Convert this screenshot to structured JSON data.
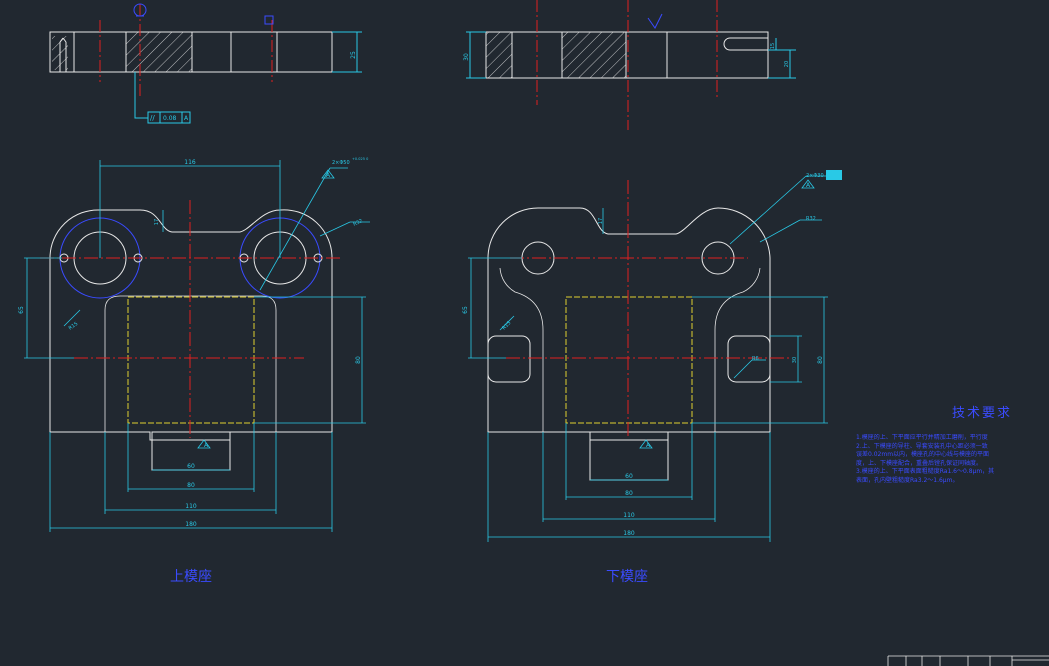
{
  "drawing": {
    "upper_caption": "上模座",
    "lower_caption": "下模座",
    "tech_title": "技术要求",
    "tech_notes": [
      "1.模座的上、下平面应平行并精加工磨削，平行度",
      "2.上、下模座的导柱、导套安装孔中心距必须一致",
      "  误差0.02mm以内，模座孔的中心线与模座的平面",
      "  度，上、下模座配合，重叠后镗孔保证同轴度。",
      "3.模座的上、下平面表面粗糙度Ra1.6～0.8μm，其",
      "  表面，孔内壁粗糙度Ra3.2～1.6μm。"
    ],
    "tolerance": {
      "symbol": "//",
      "value": "0.08",
      "datum": "A"
    }
  },
  "dims": {
    "top_thickness": "25",
    "bot_thickness": "30",
    "bot_slot_h": "15",
    "bot_slot_total": "20",
    "u_width": "116",
    "u_holes": "2×Φ50",
    "u_holes_tol": "+0.025 0",
    "u_radius": "R32",
    "u_left_h": "65",
    "u_right_h": "80",
    "u_fillet": "R15",
    "u_neck": "17",
    "u_w60": "60",
    "u_w80": "80",
    "u_w110": "110",
    "u_w180": "180",
    "datum": "A",
    "l_holes": "2×Φ30",
    "l_radius": "R32",
    "l_left_h": "65",
    "l_right_h": "80",
    "l_slot_h": "30",
    "l_slot_r": "R6",
    "l_fillet": "R15",
    "l_neck": "17",
    "l_w60": "60",
    "l_w80": "80",
    "l_w110": "110",
    "l_w180": "180"
  }
}
